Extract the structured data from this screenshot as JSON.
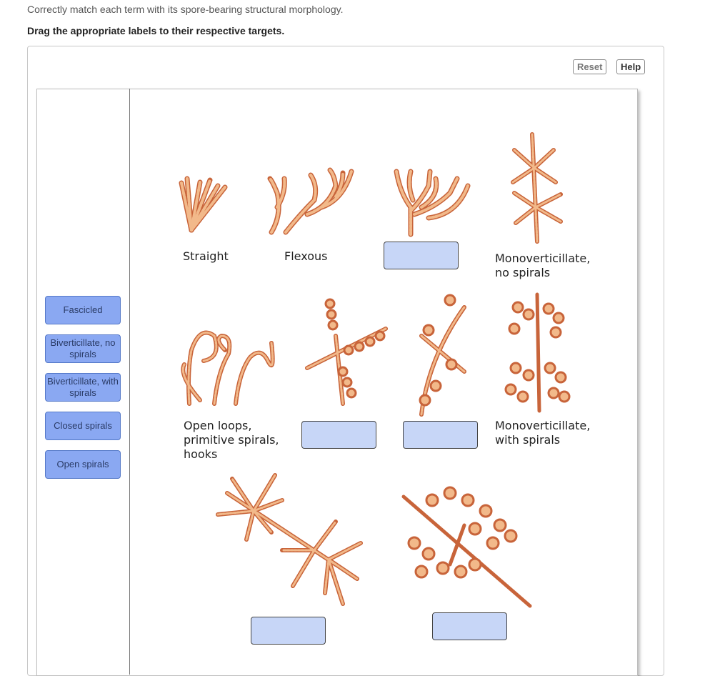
{
  "instruction": "Correctly match each term with its spore-bearing structural morphology.",
  "directive": "Drag the appropriate labels to their respective targets.",
  "toolbar": {
    "reset_label": "Reset",
    "help_label": "Help"
  },
  "labels": [
    "Fascicled",
    "Biverticillate, no spirals",
    "Biverticillate, with spirals",
    "Closed spirals",
    "Open spirals"
  ],
  "figure_labels": {
    "straight": "Straight",
    "flexous": "Flexous",
    "mono_no_spirals": "Monoverticillate,\nno spirals",
    "open_loops": "Open loops,\nprimitive spirals,\nhooks",
    "mono_with_spirals": "Monoverticillate,\nwith spirals"
  },
  "colors": {
    "chip_fill": "#8aa8f2",
    "target_fill": "#c7d6f7",
    "hyphae": "#f2b98a",
    "hyphae_outline": "#c8643a"
  }
}
